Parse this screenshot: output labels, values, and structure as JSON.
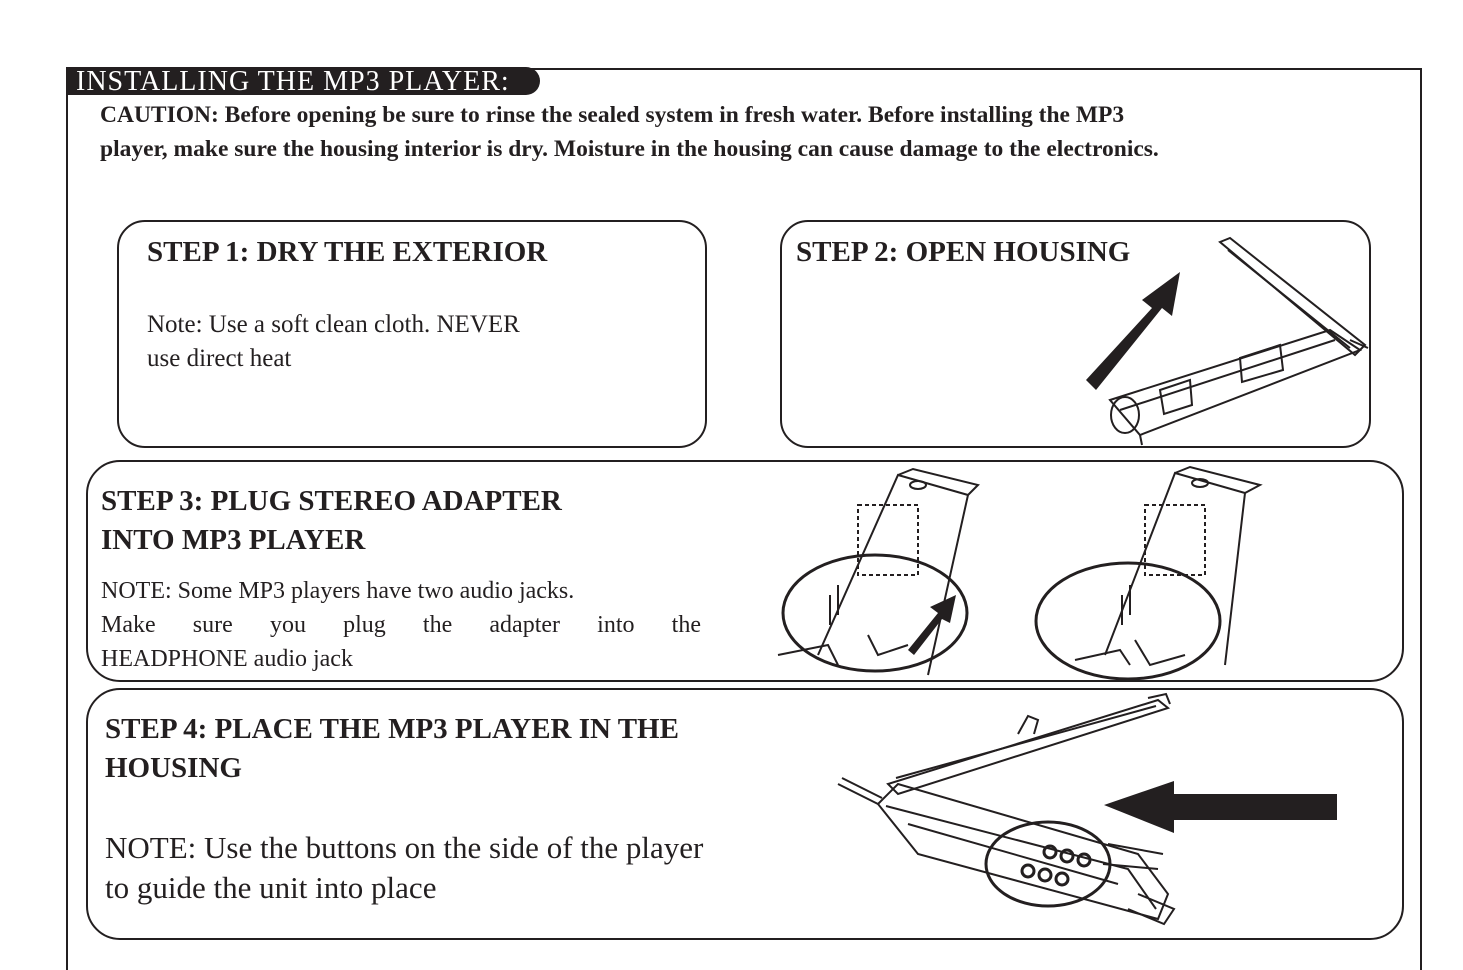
{
  "section": {
    "banner": "INSTALLING THE MP3 PLAYER:",
    "caution_line1": "CAUTION: Before opening be sure to rinse the sealed system in fresh water. Before installing the MP3",
    "caution_line2": "player, make sure the housing interior is dry. Moisture in the housing can cause damage to the electronics."
  },
  "steps": [
    {
      "heading": "STEP 1: DRY THE EXTERIOR",
      "note_line1": "Note: Use a soft clean cloth. NEVER",
      "note_line2": "use direct heat"
    },
    {
      "heading": "STEP 2: OPEN HOUSING"
    },
    {
      "heading_line1": "STEP 3: PLUG STEREO ADAPTER",
      "heading_line2": "INTO MP3 PLAYER",
      "note_line1": "NOTE: Some MP3 players have two audio jacks.",
      "note_line2": "Make sure you plug the adapter into the",
      "note_line3": "HEADPHONE audio jack"
    },
    {
      "heading_line1": "STEP 4: PLACE THE MP3 PLAYER IN THE",
      "heading_line2": "HOUSING",
      "note_line1": "NOTE: Use the buttons on the side of the player",
      "note_line2": "to guide the unit into place"
    }
  ]
}
